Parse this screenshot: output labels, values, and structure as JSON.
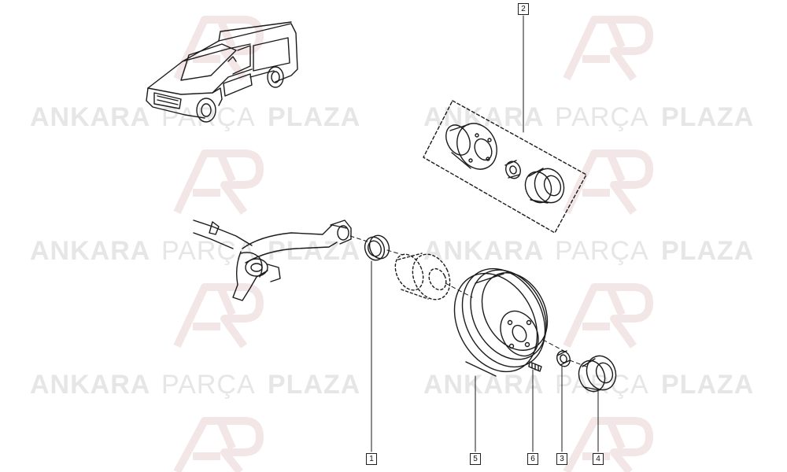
{
  "watermark": {
    "word1": "ANKARA",
    "word2": "PARÇA",
    "word3": "PLAZA"
  },
  "callouts": {
    "c1": "1",
    "c2": "2",
    "c3": "3",
    "c4": "4",
    "c5": "5",
    "c6": "6"
  },
  "colors": {
    "line": "#1a1a1a",
    "watermark_text": "#e6e6e6",
    "watermark_logo": "#f3e3e3"
  }
}
